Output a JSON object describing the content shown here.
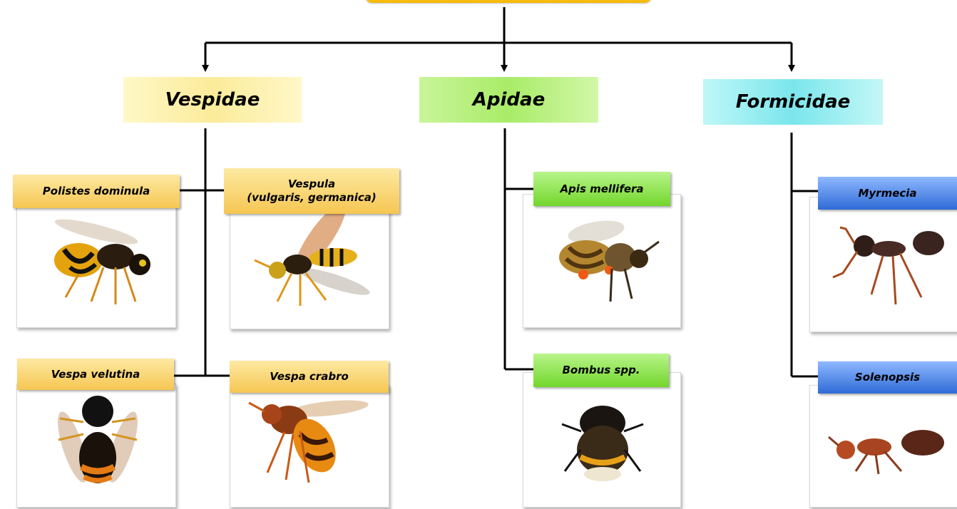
{
  "families": [
    {
      "name": "Vespidae",
      "color": "#fbeb9a"
    },
    {
      "name": "Apidae",
      "color": "#a9ec68"
    },
    {
      "name": "Formicidae",
      "color": "#7ae6ec"
    }
  ],
  "species": {
    "polistes": "Polistes dominula",
    "vespula_line1": "Vespula",
    "vespula_line2": "(vulgaris, germanica)",
    "vespa_velutina": "Vespa velutina",
    "vespa_crabro": "Vespa crabro",
    "apis": "Apis mellifera",
    "bombus": "Bombus spp.",
    "myrmecia": "Myrmecia",
    "solenopsis": "Solenopsis"
  },
  "icons": [
    "wasp-icon",
    "hornet-icon",
    "honeybee-icon",
    "bumblebee-icon",
    "ant-icon"
  ],
  "colors": {
    "root": "#f6b800",
    "vespidae_label": "#f6c652",
    "apidae_label": "#73d62c",
    "formicidae_label": "#2e6bd6",
    "connector": "#000000"
  }
}
